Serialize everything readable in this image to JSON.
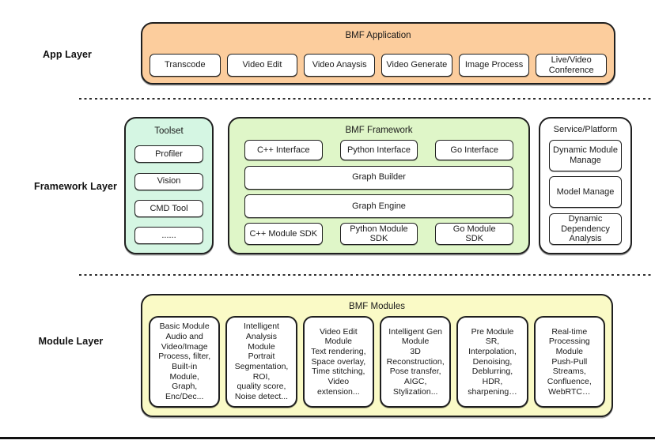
{
  "diagram": {
    "app_layer": {
      "label": "App Layer",
      "container_title": "BMF Application",
      "items": [
        "Transcode",
        "Video Edit",
        "Video Anaysis",
        "Video Generate",
        "Image Process",
        "Live/Video\nConference"
      ]
    },
    "framework_layer": {
      "label": "Framework Layer",
      "toolset": {
        "title": "Toolset",
        "items": [
          "Profiler",
          "Vision",
          "CMD Tool",
          "......"
        ]
      },
      "bmf_framework": {
        "title": "BMF Framework",
        "interfaces": [
          "C++ Interface",
          "Python Interface",
          "Go Interface"
        ],
        "graph_builder": "Graph Builder",
        "graph_engine": "Graph Engine",
        "sdks": [
          "C++ Module SDK",
          "Python Module\nSDK",
          "Go Module\nSDK"
        ]
      },
      "service_platform": {
        "title": "Service/Platform",
        "items": [
          "Dynamic Module\nManage",
          "Model Manage",
          "Dynamic\nDependency\nAnalysis"
        ]
      }
    },
    "module_layer": {
      "label": "Module Layer",
      "container_title": "BMF Modules",
      "cards": [
        "Basic Module\nAudio and\nVideo/Image\nProcess, filter,\nBuilt-in\nModule,\nGraph,\nEnc/Dec...",
        "Intelligent\nAnalysis\nModule\nPortrait\nSegmentation,\nROI,\nquality score,\nNoise detect...",
        "Video Edit\nModule\nText rendering,\nSpace overlay,\nTime stitching,\nVideo\nextension...",
        "Intelligent Gen\nModule\n3D\nReconstruction,\nPose transfer,\nAIGC,\nStylization...",
        "Pre Module\nSR,\nInterpolation,\nDenoising,\nDeblurring,\nHDR,\nsharpening…",
        "Real-time\nProcessing\nModule\nPush-Pull\nStreams,\nConfluence,\nWebRTC…"
      ]
    }
  },
  "colors": {
    "app_fill": "#fccd9d",
    "toolset_fill": "#d5f6e3",
    "framework_fill": "#dff6c8",
    "modules_fill": "#fafac6",
    "chip_fill": "#ffffff",
    "border": "#1f1f1f",
    "text": "#1a1a1a"
  }
}
